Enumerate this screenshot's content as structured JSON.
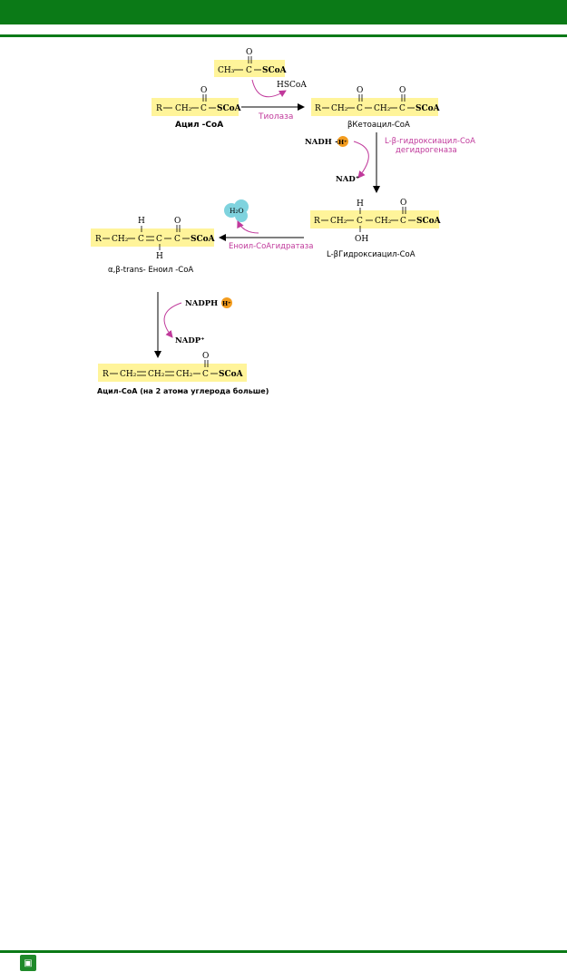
{
  "colors": {
    "header": "#0b7a17",
    "highlight": "#fff49a",
    "enzyme": "#c0399b",
    "proton": "#f39c1e",
    "water": "#7fd3de"
  },
  "molecules": {
    "acetyl": {
      "ch3": "CH₃",
      "c": "C",
      "o": "O",
      "scoa": "SCoA"
    },
    "acyl": {
      "r": "R",
      "ch2": "CH₂",
      "c": "C",
      "o": "O",
      "scoa": "SCoA",
      "label": "Ацил -CoA"
    },
    "ketoacyl": {
      "r": "R",
      "ch2a": "CH₂",
      "c1": "C",
      "o1": "O",
      "ch2b": "CH₂",
      "c2": "C",
      "o2": "O",
      "scoa": "SCoA",
      "label": "βКетоацил-CoA"
    },
    "hydroxyacyl": {
      "r": "R",
      "ch2a": "CH₂",
      "c1": "C",
      "h": "H",
      "oh": "OH",
      "ch2b": "CH₂",
      "c2": "C",
      "o": "O",
      "scoa": "SCoA",
      "label": "L-βГидроксиацил-CoA"
    },
    "enoyl": {
      "r": "R",
      "ch2": "CH₂",
      "c1": "C",
      "h1": "H",
      "c2": "C",
      "h2": "H",
      "c3": "C",
      "o": "O",
      "scoa": "SCoA",
      "label": "α,β-trans- Еноил -CoA"
    },
    "product": {
      "r": "R",
      "ch2a": "CH₂",
      "ch2b": "CH₂",
      "ch2c": "CH₂",
      "c": "C",
      "o": "O",
      "scoa": "SCoA",
      "label": "Ацил-CoA (на 2 атома углерода больше)"
    }
  },
  "reagents": {
    "hscoa": "HSCoA",
    "nadh": "NADH +",
    "h_plus": "H⁺",
    "nad": "NAD⁺",
    "h2o": "H₂O",
    "nadph": "NADPH +",
    "nadp": "NADP⁺"
  },
  "enzymes": {
    "thiolase": "Тиолаза",
    "dehydrogenase_line1": "L-β-гидроксиацил-CoA",
    "dehydrogenase_line2": "дегидрогеназа",
    "hydratase": "Еноил-CoAгидратаза"
  },
  "footer": {
    "logo_icon": "book-icon"
  }
}
